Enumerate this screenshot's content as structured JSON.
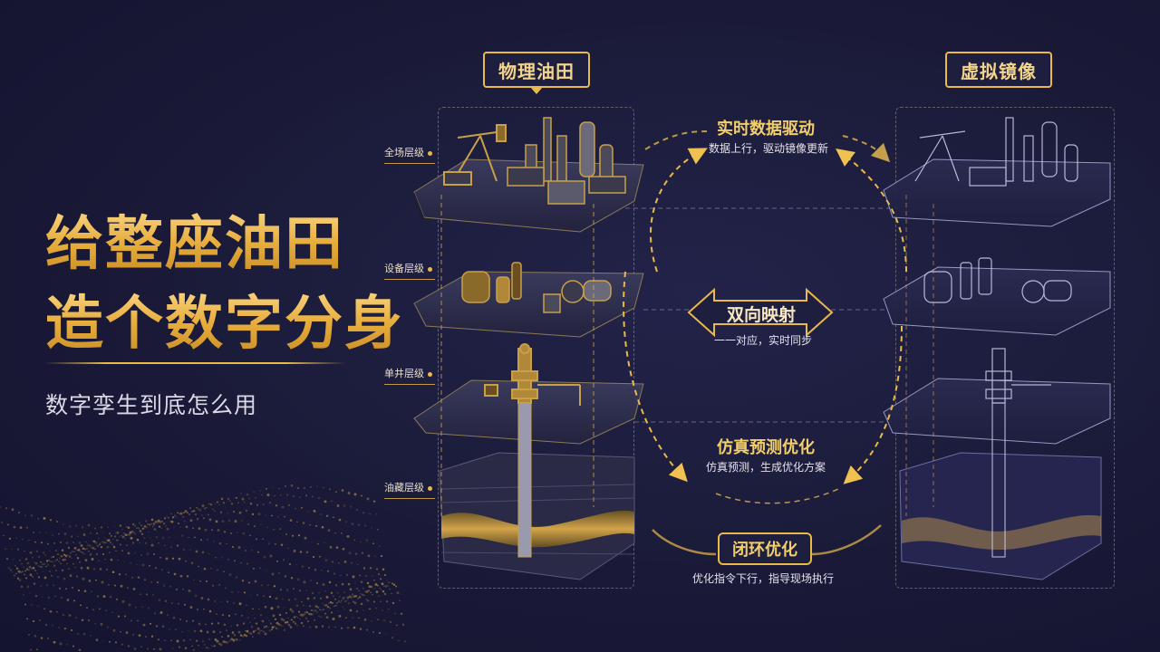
{
  "title": {
    "line1": "给整座油田",
    "line2": "造个数字分身"
  },
  "subtitle": "数字孪生到底怎么用",
  "physical": {
    "tag": "物理油田"
  },
  "virtual": {
    "tag": "虚拟镜像"
  },
  "levels": [
    "全场层级",
    "设备层级",
    "单井层级",
    "油藏层级"
  ],
  "cycle": {
    "top": {
      "title": "实时数据驱动",
      "desc": "数据上行，驱动镜像更新"
    },
    "middle": {
      "title": "双向映射",
      "desc": "一一对应，实时同步"
    },
    "lower": {
      "title": "仿真预测优化",
      "desc": "仿真预测，生成优化方案"
    },
    "bottom": {
      "title": "闭环优化",
      "desc": "优化指令下行，指导现场执行"
    }
  },
  "colors": {
    "background": "#1a1a38",
    "accent": "#e9b94a",
    "text": "#e8e2d0"
  },
  "icons": [
    "pumpjack-icon",
    "refinery-icon",
    "compressor-icon",
    "wellhead-icon",
    "reservoir-icon",
    "bidirectional-arrow-icon",
    "cycle-arrow-icon"
  ]
}
